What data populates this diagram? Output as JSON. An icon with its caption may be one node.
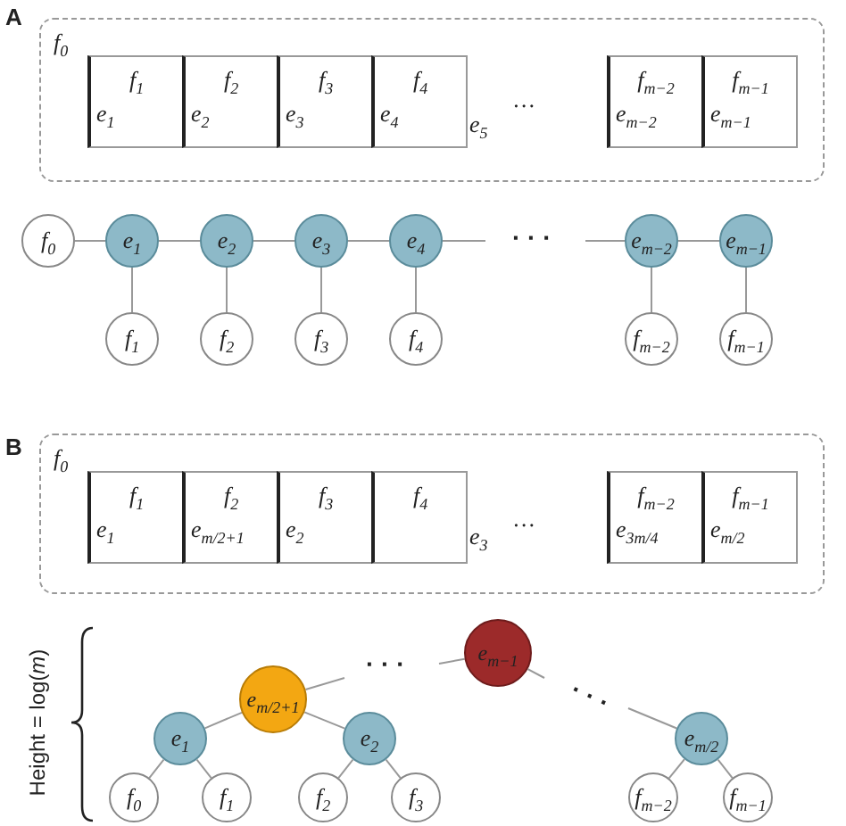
{
  "diagram": {
    "nodes": [
      {
        "text": [
          "f$_{0}$"
        ]
      },
      {
        "text": [
          "f$_{1}$",
          "e$_{1}$"
        ],
        "in": 0
      },
      {
        "text": [
          "f$_{2}$",
          "e$_{2}$"
        ],
        "in": 0
      },
      {
        "text": [
          "f$_{3}$",
          "e$_{3}$"
        ],
        "in": 0
      },
      {
        "text": [
          "f$_{4}$",
          "e$_{4}$"
        ],
        "in": 0
      },
      {
        "text": [
          "f$_{m−2}$",
          "e$_{m−2}$"
        ],
        "in": 0
      },
      {
        "text": [
          "f$_{m−1}$",
          "e$_{m−1}$"
        ],
        "in": 0
      },
      {
        "text": [
          "f$_{0}$"
        ]
      },
      {
        "text": [
          "e$_{1}$"
        ]
      },
      {
        "text": [
          "e$_{2}$"
        ]
      },
      {
        "text": [
          "e$_{3}$"
        ]
      },
      {
        "text": [
          "e$_{4}$"
        ]
      },
      {
        "text": [
          "e$_{m−2}$"
        ]
      },
      {
        "text": [
          "e$_{m−1}$"
        ]
      },
      {
        "text": [
          "f$_{1}$"
        ]
      },
      {
        "text": [
          "f$_{2}$"
        ]
      },
      {
        "text": [
          "f$_{3}$"
        ]
      },
      {
        "text": [
          "f$_{4}$"
        ]
      },
      {
        "text": [
          "f$_{m−2}$"
        ]
      },
      {
        "text": [
          "f$_{m−1}$"
        ]
      },
      {
        "text": [
          "f$_{0}$"
        ]
      },
      {
        "text": [
          "f$_{1}$",
          "e$_{1}$"
        ],
        "in": 20
      },
      {
        "text": [
          "f$_{2}$",
          "e$_{m/2+1}$"
        ],
        "in": 20
      },
      {
        "text": [
          "f$_{3}$",
          "e$_{2}$"
        ],
        "in": 20
      },
      {
        "text": [
          "f$_{4}$"
        ],
        "in": 20
      },
      {
        "text": [
          "f$_{m−2}$",
          "e$_{3m/4}$"
        ],
        "in": 20
      },
      {
        "text": [
          "f$_{m−1}$",
          "e$_{m/2}$"
        ],
        "in": 20
      },
      {
        "text": [
          "e$_{m−1}$"
        ]
      },
      {
        "text": [
          "e$_{m/2+1}$"
        ]
      },
      {
        "text": [
          "e$_{1}$"
        ]
      },
      {
        "text": [
          "e$_{2}$"
        ]
      },
      {
        "text": [
          "e$_{m/2}$"
        ]
      },
      {
        "text": [
          "f$_{0}$"
        ]
      },
      {
        "text": [
          "f$_{1}$"
        ]
      },
      {
        "text": [
          "f$_{2}$"
        ]
      },
      {
        "text": [
          "f$_{3}$"
        ]
      },
      {
        "text": [
          "f$_{m−2}$"
        ]
      },
      {
        "text": [
          "f$_{m−1}$"
        ]
      }
    ],
    "edges": [
      {
        "from": 7,
        "to": 8,
        "arrow": "none"
      },
      {
        "from": 8,
        "to": 9,
        "arrow": "none"
      },
      {
        "from": 9,
        "to": 10,
        "arrow": "none"
      },
      {
        "from": 10,
        "to": 11,
        "arrow": "none"
      },
      {
        "from": 11,
        "to": null,
        "arrow": "none"
      },
      {
        "from": null,
        "to": 12,
        "arrow": "none"
      },
      {
        "from": 12,
        "to": 13,
        "arrow": "none"
      },
      {
        "from": 8,
        "to": 14,
        "arrow": "none"
      },
      {
        "from": 9,
        "to": 15,
        "arrow": "none"
      },
      {
        "from": 10,
        "to": 16,
        "arrow": "none"
      },
      {
        "from": 11,
        "to": 17,
        "arrow": "none"
      },
      {
        "from": 12,
        "to": 18,
        "arrow": "none"
      },
      {
        "from": 13,
        "to": 19,
        "arrow": "none"
      },
      {
        "from": 28,
        "to": null,
        "arrow": "none"
      },
      {
        "from": null,
        "to": 27,
        "arrow": "none"
      },
      {
        "from": 27,
        "to": null,
        "arrow": "none"
      },
      {
        "from": null,
        "to": 31,
        "arrow": "none"
      },
      {
        "from": 28,
        "to": 29,
        "arrow": "none"
      },
      {
        "from": 28,
        "to": 30,
        "arrow": "none"
      },
      {
        "from": 29,
        "to": 32,
        "arrow": "none"
      },
      {
        "from": 29,
        "to": 33,
        "arrow": "none"
      },
      {
        "from": 30,
        "to": 34,
        "arrow": "none"
      },
      {
        "from": 30,
        "to": 35,
        "arrow": "none"
      },
      {
        "from": 31,
        "to": 36,
        "arrow": "none"
      },
      {
        "from": 31,
        "to": 37,
        "arrow": "none"
      }
    ],
    "labels": [
      "A",
      "e$_{5}$",
      "…",
      "· · ·",
      "B",
      "e$_{3}$",
      "…",
      "· · ·",
      "· · ·",
      "Height = log(*m*)"
    ]
  }
}
